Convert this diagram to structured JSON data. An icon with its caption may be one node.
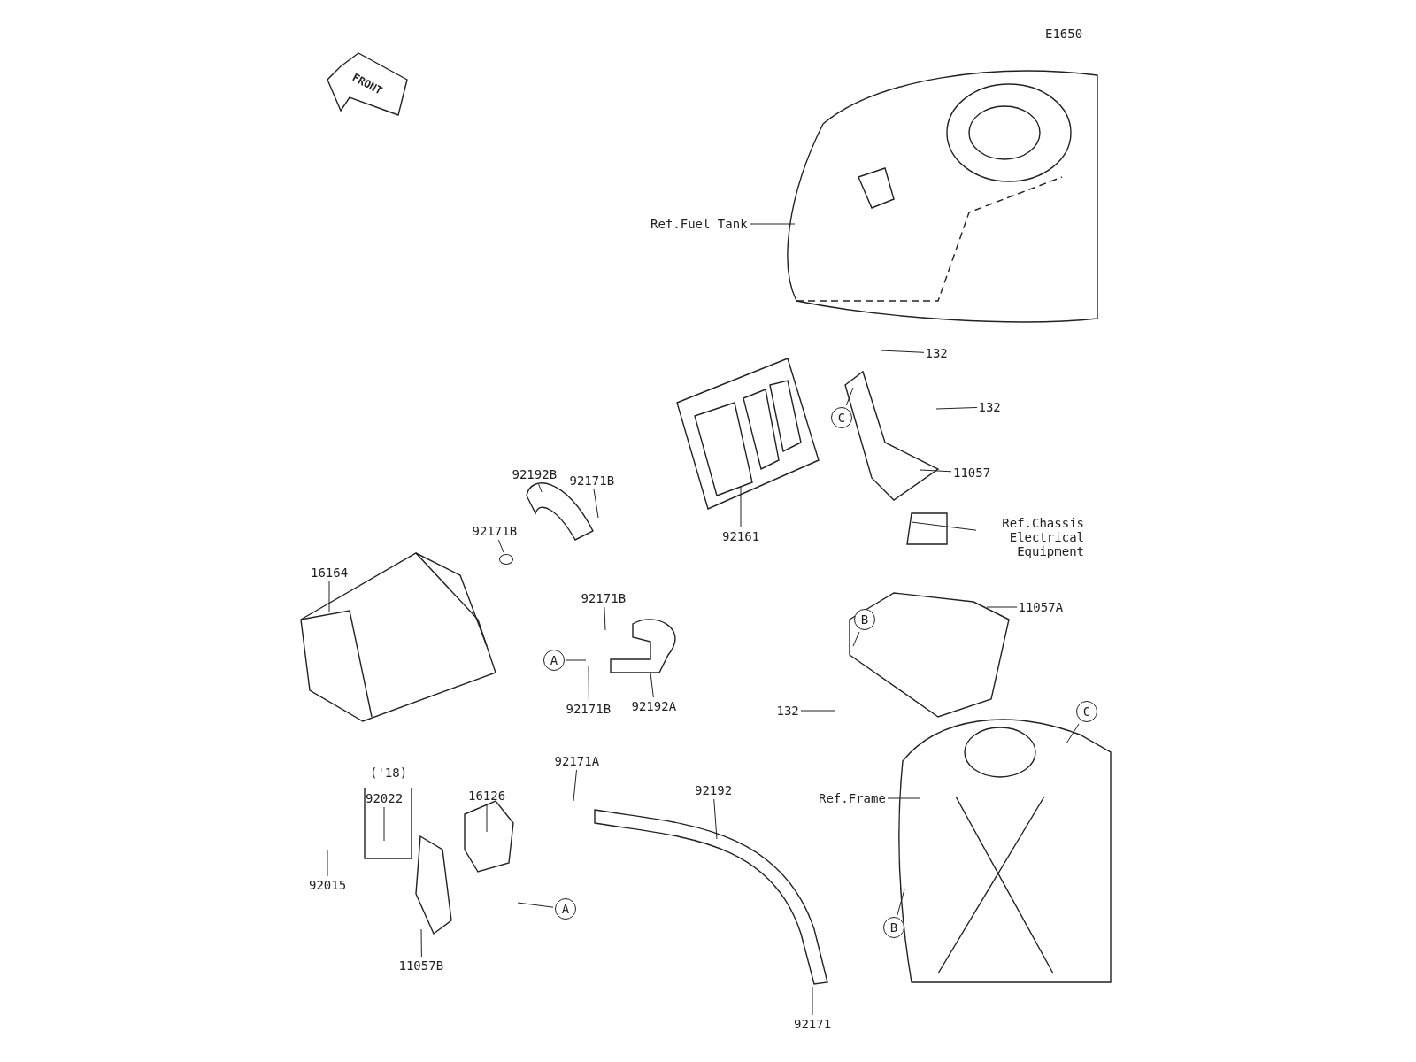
{
  "diagram": {
    "nodes": [
      {
        "text": [
          "Ref.Fuel Tank"
        ]
      },
      {
        "text": [
          "132"
        ]
      },
      {
        "text": [
          "132"
        ]
      },
      {
        "text": [
          "C"
        ]
      },
      {
        "text": [
          "11057"
        ]
      },
      {
        "text": [
          "Ref.Chassis Electrical Equipment"
        ]
      },
      {
        "text": [
          "11057A"
        ]
      },
      {
        "text": [
          "B"
        ]
      },
      {
        "text": [
          "132"
        ]
      },
      {
        "text": [
          "92161"
        ]
      },
      {
        "text": [
          "92192B"
        ]
      },
      {
        "text": [
          "92171B"
        ]
      },
      {
        "text": [
          "92171B"
        ]
      },
      {
        "text": [
          "16164"
        ]
      },
      {
        "text": [
          "92171B"
        ]
      },
      {
        "text": [
          "A"
        ]
      },
      {
        "text": [
          "92171B"
        ]
      },
      {
        "text": [
          "92192A"
        ]
      },
      {
        "text": [
          "('18)"
        ]
      },
      {
        "text": [
          "92022"
        ]
      },
      {
        "text": [
          "16126"
        ]
      },
      {
        "text": [
          "92171A"
        ]
      },
      {
        "text": [
          "92192"
        ]
      },
      {
        "text": [
          "92015"
        ]
      },
      {
        "text": [
          "A"
        ]
      },
      {
        "text": [
          "11057B"
        ]
      },
      {
        "text": [
          "92171"
        ]
      },
      {
        "text": [
          "Ref.Frame"
        ]
      },
      {
        "text": [
          "C"
        ]
      },
      {
        "text": [
          "B"
        ]
      },
      {
        "text": [],
        "shape": "circle"
      }
    ],
    "edges": [
      {
        "from": 0,
        "to": null,
        "arrow": "none"
      },
      {
        "from": 1,
        "to": null,
        "arrow": "none"
      },
      {
        "from": 2,
        "to": null,
        "arrow": "none"
      },
      {
        "from": 3,
        "to": null,
        "arrow": "none"
      },
      {
        "from": 4,
        "to": null,
        "arrow": "none"
      },
      {
        "from": 5,
        "to": null,
        "arrow": "none"
      },
      {
        "from": 6,
        "to": null,
        "arrow": "none"
      },
      {
        "from": 7,
        "to": null,
        "arrow": "none"
      },
      {
        "from": 8,
        "to": null,
        "arrow": "none"
      },
      {
        "from": 9,
        "to": null,
        "arrow": "none"
      },
      {
        "from": 10,
        "to": null,
        "arrow": "none"
      },
      {
        "from": 11,
        "to": null,
        "arrow": "none"
      },
      {
        "from": 12,
        "to": 30,
        "arrow": "none"
      },
      {
        "from": 13,
        "to": null,
        "arrow": "none"
      },
      {
        "from": 14,
        "to": null,
        "arrow": "none"
      },
      {
        "from": 15,
        "to": null,
        "arrow": "none"
      },
      {
        "from": 16,
        "to": null,
        "arrow": "none"
      },
      {
        "from": 17,
        "to": null,
        "arrow": "none"
      },
      {
        "from": 19,
        "to": null,
        "arrow": "none"
      },
      {
        "from": 20,
        "to": null,
        "arrow": "none"
      },
      {
        "from": 21,
        "to": null,
        "arrow": "none"
      },
      {
        "from": 22,
        "to": null,
        "arrow": "none"
      },
      {
        "from": 23,
        "to": null,
        "arrow": "none"
      },
      {
        "from": 24,
        "to": null,
        "arrow": "none"
      },
      {
        "from": 25,
        "to": null,
        "arrow": "none"
      },
      {
        "from": 26,
        "to": null,
        "arrow": "none"
      },
      {
        "from": 27,
        "to": null,
        "arrow": "none"
      },
      {
        "from": 28,
        "to": null,
        "arrow": "none"
      },
      {
        "from": 29,
        "to": null,
        "arrow": "none"
      }
    ],
    "labels": [
      "E1650",
      "FRONT"
    ]
  }
}
